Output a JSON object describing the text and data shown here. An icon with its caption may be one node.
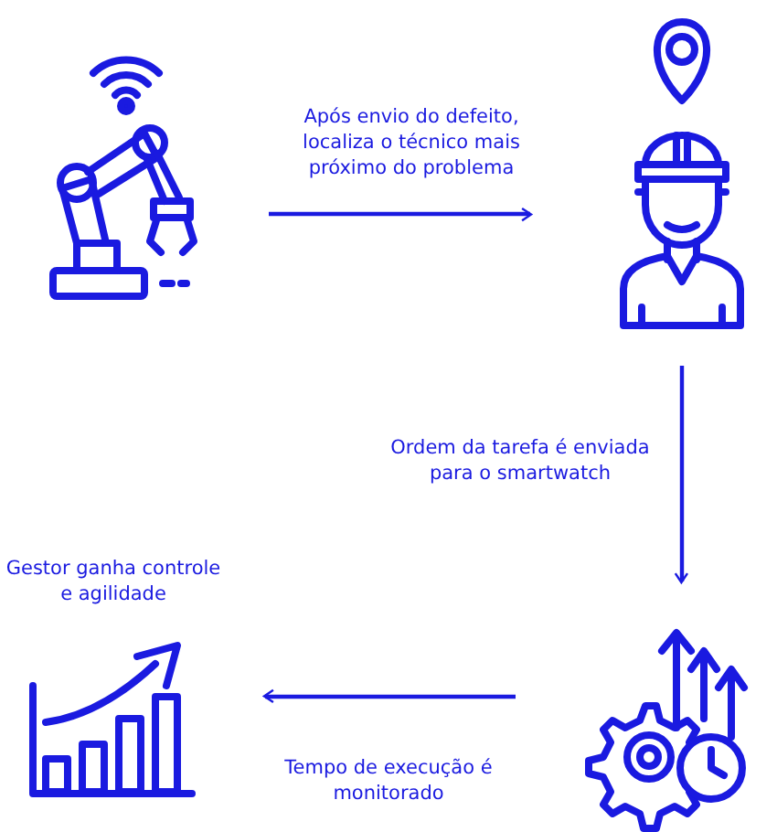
{
  "diagram": {
    "nodes": [
      {
        "text": [],
        "shape": "picture"
      },
      {
        "text": [],
        "shape": "picture"
      },
      {
        "text": [],
        "shape": "picture"
      },
      {
        "text": [],
        "shape": "picture",
        "beside": [
          "Gestor ganha controle e agilidade"
        ]
      }
    ],
    "edges": [
      {
        "from": 0,
        "to": 1,
        "arrow": "to",
        "label": "Após envio do defeito, localiza o técnico mais próximo do problema"
      },
      {
        "from": 1,
        "to": 2,
        "arrow": "to",
        "label": "Ordem da tarefa é enviada para o smartwatch"
      },
      {
        "from": 2,
        "to": 3,
        "arrow": "to",
        "label": "Tempo de execução é monitorado"
      }
    ]
  }
}
